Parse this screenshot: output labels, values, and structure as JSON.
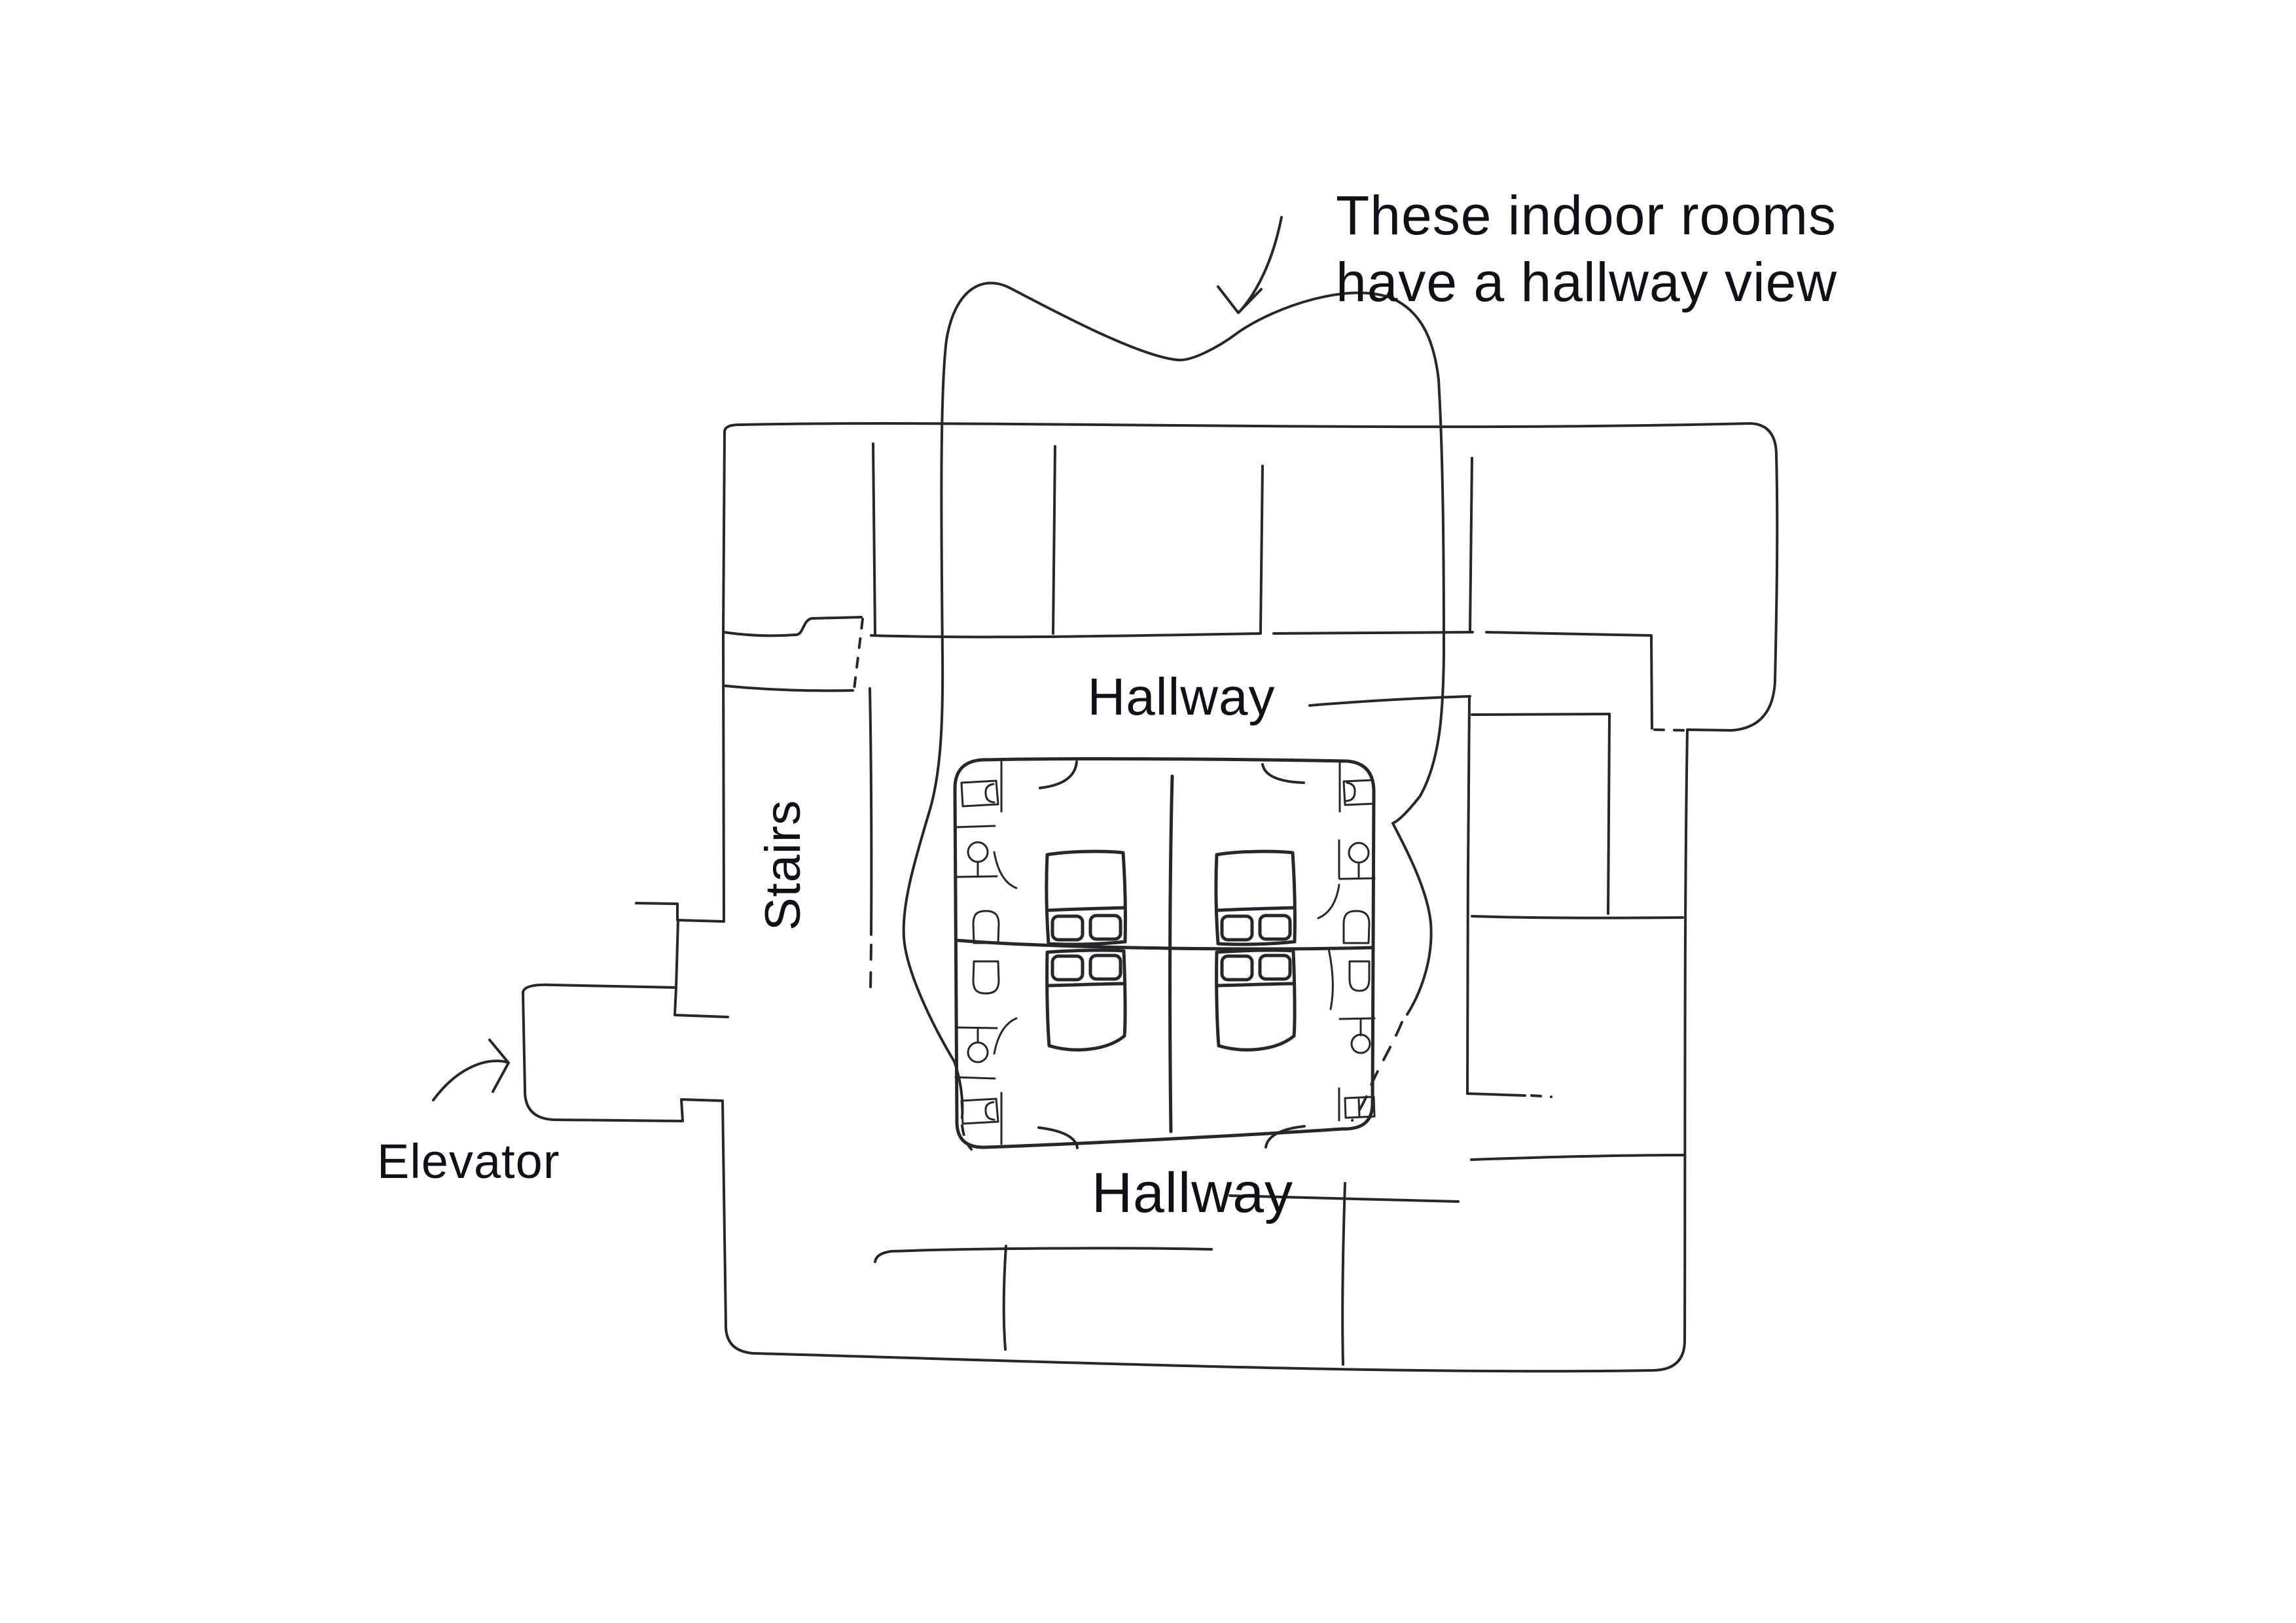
{
  "labels": {
    "note_line1": "These indoor rooms",
    "note_line2": "have a hallway view",
    "hallway_top": "Hallway",
    "hallway_bottom": "Hallway",
    "stairs": "Stairs",
    "elevator": "Elevator"
  },
  "colors": {
    "ink": "#26262b",
    "paper": "#ffffff",
    "text": "#101016"
  }
}
